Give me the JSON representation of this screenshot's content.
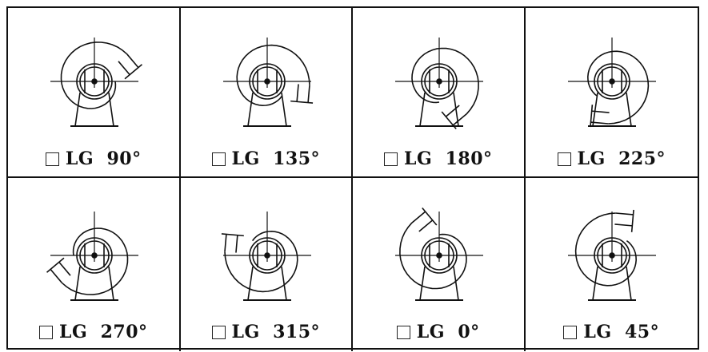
{
  "options": [
    {
      "label": "LG  90°",
      "angle": 90
    },
    {
      "label": "LG  135°",
      "angle": 135
    },
    {
      "label": "LG  180°",
      "angle": 180
    },
    {
      "label": "LG  225°",
      "angle": 225
    },
    {
      "label": "LG  270°",
      "angle": 270
    },
    {
      "label": "LG  315°",
      "angle": 315
    },
    {
      "label": "LG  0°",
      "angle": 0
    },
    {
      "label": "LG  45°",
      "angle": 45
    }
  ]
}
